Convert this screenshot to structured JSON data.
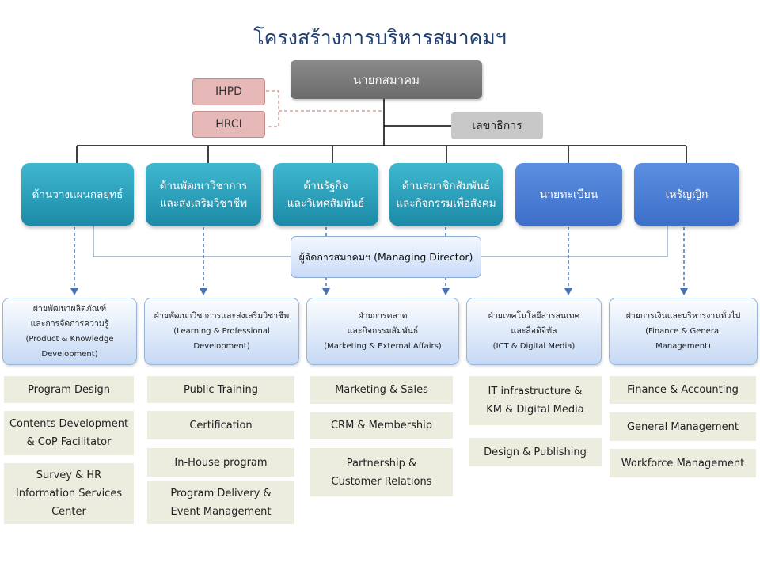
{
  "title": "โครงสร้างการบริหารสมาคมฯ",
  "president": "นายกสมาคม",
  "advisors": [
    "IHPD",
    "HRCI"
  ],
  "secretary": "เลขาธิการ",
  "committees": [
    {
      "line1": "ด้านวางแผนกลยุทธ์",
      "line2": ""
    },
    {
      "line1": "ด้านพัฒนาวิชาการ",
      "line2": "และส่งเสริมวิชาชีพ"
    },
    {
      "line1": "ด้านรัฐกิจ",
      "line2": "และวิเทศสัมพันธ์"
    },
    {
      "line1": "ด้านสมาชิกสัมพันธ์",
      "line2": "และกิจกรรมเพื่อสังคม"
    },
    {
      "line1": "นายทะเบียน",
      "line2": ""
    },
    {
      "line1": "เหรัญญิก",
      "line2": ""
    }
  ],
  "managing_director": "ผู้จัดการสมาคมฯ (Managing Director)",
  "departments": [
    {
      "th1": "ฝ่ายพัฒนาผลิตภัณฑ์",
      "th2": "และการจัดการความรู้",
      "en1": "(Product & Knowledge",
      "en2": "Development)"
    },
    {
      "th1": "ฝ่ายพัฒนาวิชาการและส่งเสริมวิชาชีพ",
      "th2": "",
      "en1": "(Learning & Professional",
      "en2": "Development)"
    },
    {
      "th1": "ฝ่ายการตลาด",
      "th2": "และกิจกรรมสัมพันธ์",
      "en1": "(Marketing & External Affairs)",
      "en2": ""
    },
    {
      "th1": "ฝ่ายเทคโนโลยีสารสนเทศ",
      "th2": "และสื่อดิจิทัล",
      "en1": "(ICT & Digital Media)",
      "en2": ""
    },
    {
      "th1": "ฝ่ายการเงินและบริหารงานทั่วไป",
      "th2": "",
      "en1": "(Finance & General",
      "en2": "Management)"
    }
  ],
  "functions": {
    "col1": [
      "Program Design",
      "Contents Development\n& CoP Facilitator",
      "Survey & HR\nInformation Services\nCenter"
    ],
    "col2": [
      "Public Training",
      "Certification",
      "In-House program",
      "Program Delivery &\nEvent Management"
    ],
    "col3": [
      "Marketing & Sales",
      "CRM & Membership",
      "Partnership &\nCustomer Relations"
    ],
    "col4": [
      "IT infrastructure &\nKM & Digital Media",
      "Design & Publishing"
    ],
    "col5": [
      "Finance & Accounting",
      "General Management",
      "Workforce Management"
    ]
  },
  "colors": {
    "title": "#1f3f73",
    "teal": "#2aa1bd",
    "blue": "#4a7fd6",
    "pink": "#e6b9b8",
    "gray": "#7a7a7a"
  }
}
